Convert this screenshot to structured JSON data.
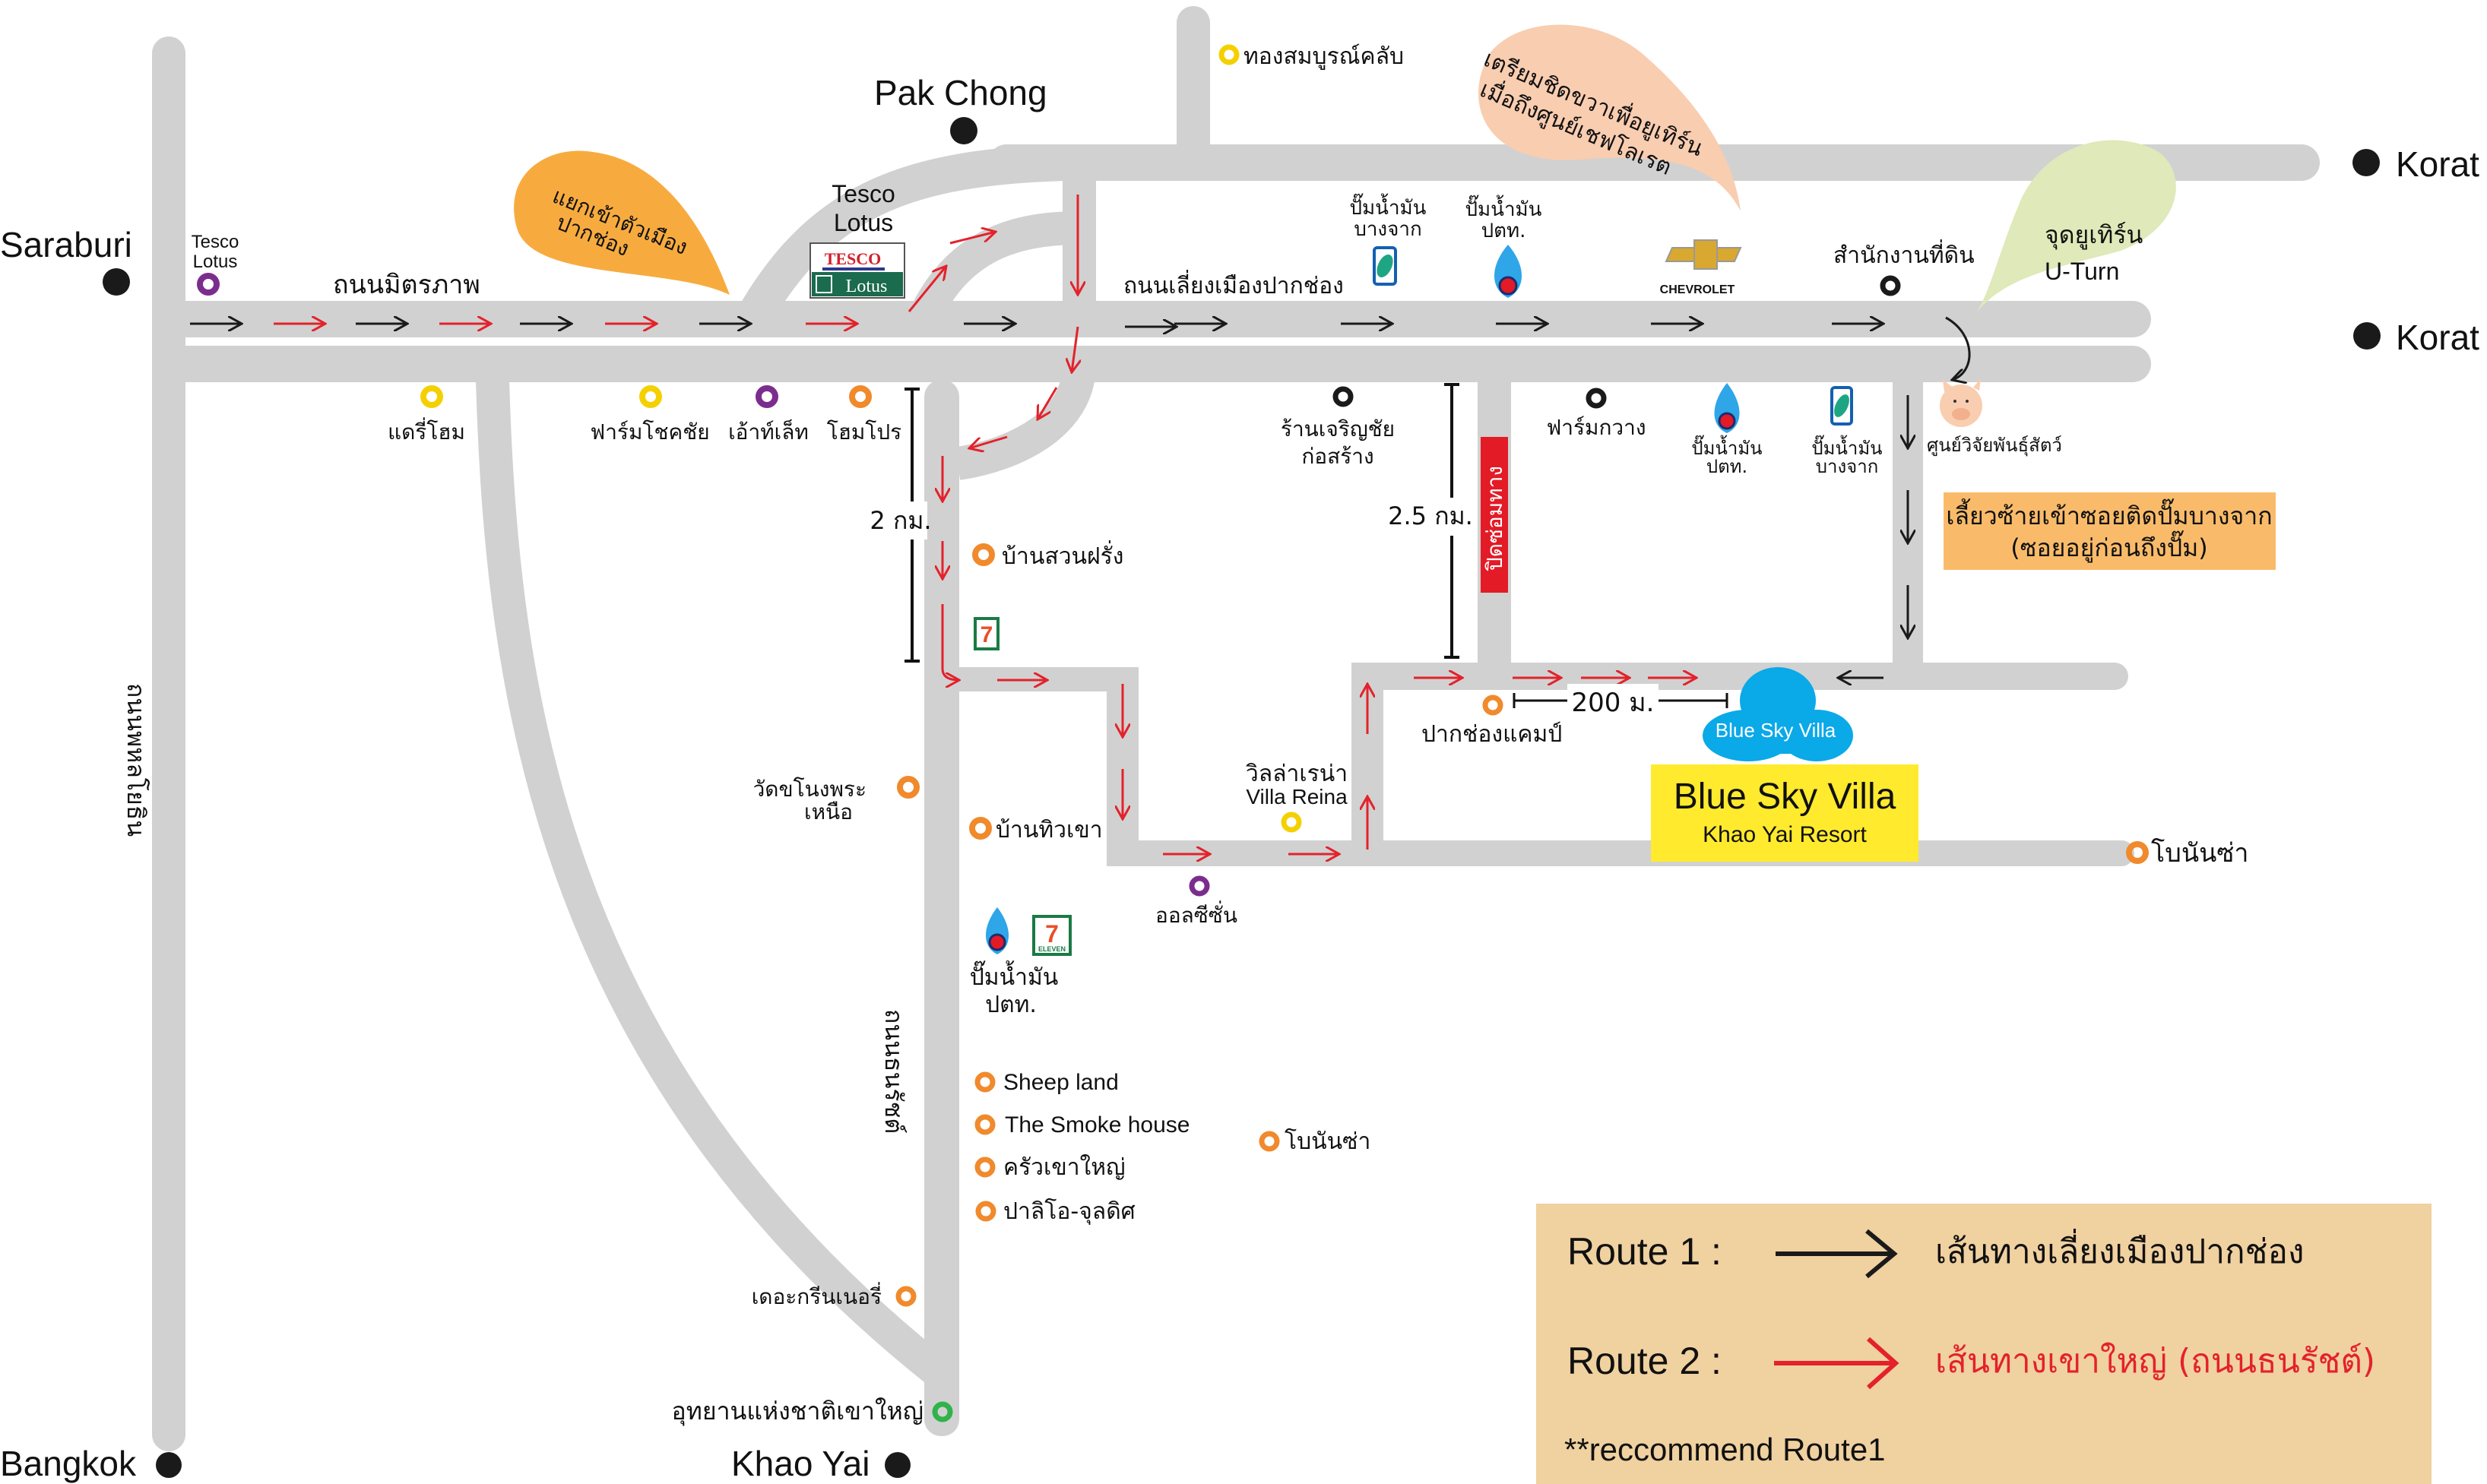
{
  "map": {
    "cities": {
      "saraburi": "Saraburi",
      "pak_chong": "Pak Chong",
      "korat_top": "Korat",
      "korat_bottom": "Korat",
      "bangkok": "Bangkok",
      "khao_yai": "Khao Yai"
    },
    "roads": {
      "mittraphap": "ถนนมิตรภาพ",
      "bypass": "ถนนเลี่ยงเมืองปากช่อง",
      "phahonyothin": "ถนนพหลโยธิน",
      "thanarat": "ถนนธนรัชต์"
    },
    "callouts": {
      "enter_town": [
        "แยกเข้าตัวเมือง",
        "ปากช่อง"
      ],
      "keep_right": [
        "เตรียมชิดขวาเพื่อยูเทิร์น",
        "เมื่อถึงศูนย์เชฟโลเรต"
      ],
      "uturn": [
        "จุดยูเทิร์น",
        "U-Turn"
      ],
      "turn_left": [
        "เลี้ยวซ้ายเข้าซอยติดปั๊มบางจาก",
        "(ซอยอยู่ก่อนถึงปั๊ม)"
      ],
      "road_closed": "ปิดซ่อมทาง"
    },
    "distances": {
      "d1": "2 กม.",
      "d2": "2.5 กม.",
      "d3": "200 ม."
    },
    "landmarks": {
      "tesco_small": [
        "Tesco",
        "Lotus"
      ],
      "tesco_big": [
        "Tesco",
        "Lotus"
      ],
      "tesco_logo_top": "TESCO",
      "tesco_logo_bottom": "Lotus",
      "thongsomboon": "ทองสมบูรณ์คลับ",
      "bangchak_1": [
        "ปั๊มน้ำมัน",
        "บางจาก"
      ],
      "ptt_1": [
        "ปั๊มน้ำมัน",
        "ปตท."
      ],
      "chevrolet": "CHEVROLET",
      "land_office": "สำนักงานที่ดิน",
      "dairy_home": "แดรี่โฮม",
      "farm_chokchai": "ฟาร์มโชคชัย",
      "outlet": "เอ้าท์เล็ท",
      "homepro": "โฮมโปร",
      "charoenchai": [
        "ร้านเจริญชัย",
        "ก่อสร้าง"
      ],
      "deer_farm": "ฟาร์มกวาง",
      "ptt_2": [
        "ปั๊มน้ำมัน",
        "ปตท."
      ],
      "bangchak_2": [
        "ปั๊มน้ำมัน",
        "บางจาก"
      ],
      "animal_center": "ศูนย์วิจัยพันธุ์สัตว์",
      "baan_suan_farang": "บ้านสวนฝรั่ง",
      "wat_nong_phra": [
        "วัดขโนงพระ",
        "เหนือ"
      ],
      "baan_thiew_khao": "บ้านทิวเขา",
      "villa_reina": [
        "วิลล่าเรน่า",
        "Villa Reina"
      ],
      "all_season": "ออลซีซั่น",
      "pakchong_camp": "ปากช่องแคมป์",
      "ptt_3": [
        "ปั๊มน้ำมัน",
        "ปตท."
      ],
      "bonanza_1": "โบนันซ่า",
      "bonanza_2": "โบนันซ่า",
      "sheep_land": "Sheep land",
      "smoke_house": "The Smoke house",
      "krua_khao_yai": "ครัวเขาใหญ่",
      "palio": "ปาลิโอ-จุลดิศ",
      "greenery": "เดอะกรีนเนอรี่",
      "national_park": "อุทยานแห่งชาติเขาใหญ่",
      "seven_eleven": "ELEVEN"
    },
    "destination": {
      "cloud_label": "Blue Sky Villa",
      "title": "Blue Sky Villa",
      "subtitle": "Khao Yai Resort"
    }
  },
  "legend": {
    "route1_label": "Route 1 :",
    "route1_desc": "เส้นทางเลี่ยงเมืองปากช่อง",
    "route2_label": "Route 2 :",
    "route2_desc": "เส้นทางเขาใหญ่ (ถนนธนรัชต์)",
    "note": "**reccommend Route1"
  },
  "colors": {
    "road": "#d1d1d1",
    "route1": "#1a1a1a",
    "route2": "#e3222b",
    "poi_purple": "#7b2d8e",
    "poi_yellow": "#f5d000",
    "poi_orange": "#f08a2c",
    "poi_black": "#1a1a1a",
    "poi_green": "#2fb34a",
    "callout_orange": "#f7ab3f",
    "callout_peach": "#f9cdb0",
    "callout_green": "#dfe9b9",
    "info_box": "#f9bb6a",
    "legend_bg": "#f0d1a0",
    "destination_yellow": "#ffea2e",
    "cloud_blue": "#0aa9e8",
    "closed_red": "#e21b26"
  }
}
